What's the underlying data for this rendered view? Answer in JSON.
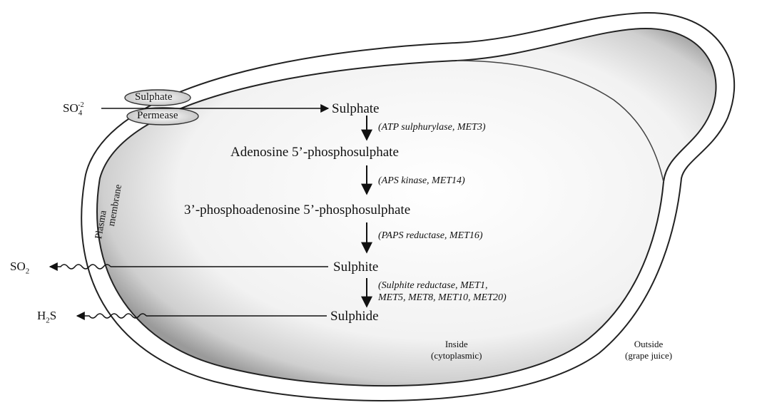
{
  "transporter": {
    "top": "Sulphate",
    "bottom": "Permease"
  },
  "external": {
    "sulphate": {
      "base": "SO",
      "sub": "4",
      "sup": "-2"
    },
    "so2": {
      "base": "SO",
      "sub": "2"
    },
    "h2s": {
      "pre": "H",
      "sub": "2",
      "post": "S"
    }
  },
  "membrane_label": {
    "word1": "Plasma",
    "word2": "membrane"
  },
  "metabolites": {
    "sulphate": "Sulphate",
    "aps": "Adenosine 5’-phosphosulphate",
    "paps": "3’-phosphoadenosine 5’-phosphosulphate",
    "sulphite": "Sulphite",
    "sulphide": "Sulphide"
  },
  "enzymes": {
    "step1": "(ATP sulphurylase, MET3)",
    "step2": "(APS kinase, MET14)",
    "step3": "(PAPS reductase, MET16)",
    "step4_line1": "(Sulphite reductase, MET1,",
    "step4_line2": "MET5, MET8, MET10, MET20)"
  },
  "regions": {
    "inside_line1": "Inside",
    "inside_line2": "(cytoplasmic)",
    "outside_line1": "Outside",
    "outside_line2": "(grape juice)"
  }
}
